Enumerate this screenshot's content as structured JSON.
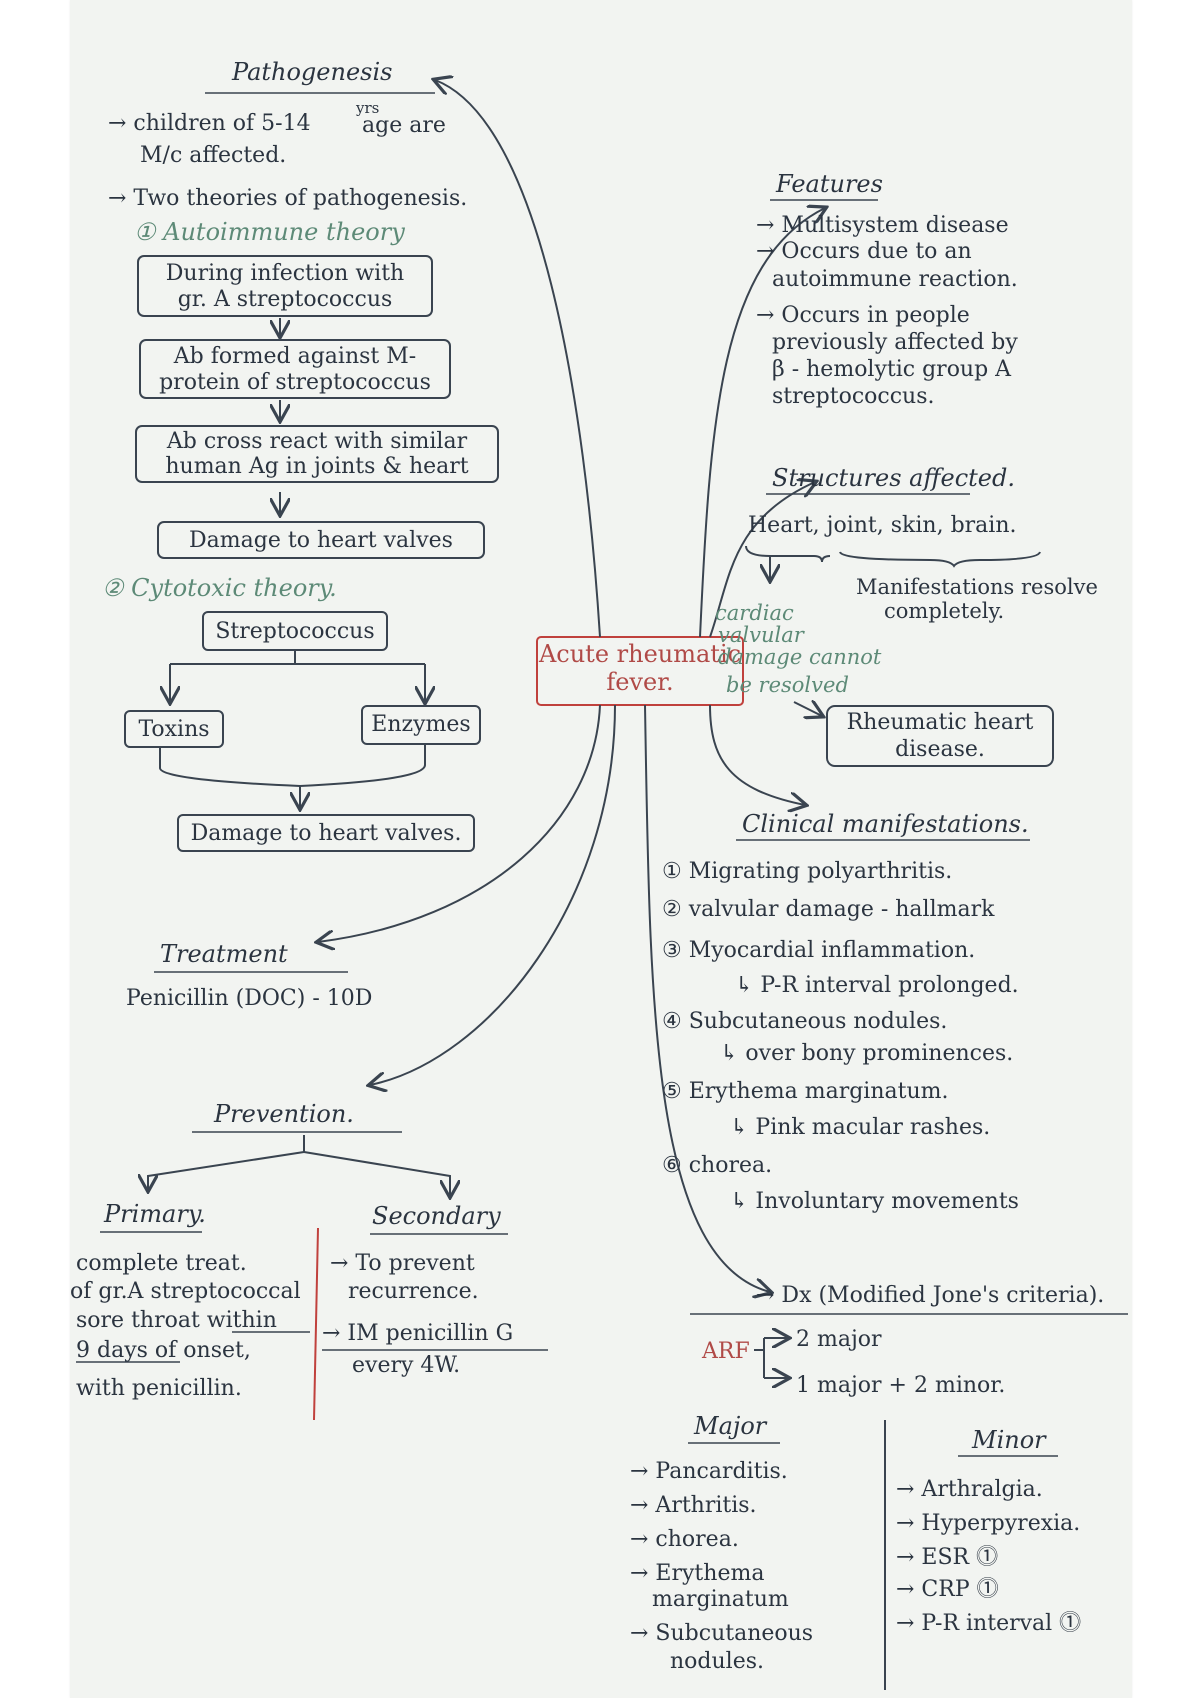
{
  "center": {
    "line1": "Acute rheumatic",
    "line2": "fever."
  },
  "pathogenesis": {
    "title": "Pathogenesis",
    "p1": [
      "→ children of 5-14",
      "yrs",
      "age are",
      "M/c affected."
    ],
    "p2": "→ Two theories of pathogenesis.",
    "autoimmune": {
      "title": "① Autoimmune theory",
      "boxes": [
        [
          "During infection with",
          "gr. A   streptococcus"
        ],
        [
          "Ab formed against M-",
          "protein of streptococcus"
        ],
        [
          "Ab cross react with similar",
          "human Ag in joints & heart"
        ],
        [
          "Damage to heart valves"
        ]
      ]
    },
    "cytotoxic": {
      "title": "② Cytotoxic theory.",
      "root": "Streptococcus",
      "left": "Toxins",
      "right": "Enzymes",
      "result": "Damage to heart valves."
    }
  },
  "treatment": {
    "title": "Treatment",
    "text": "Penicillin (DOC) - 10D"
  },
  "prevention": {
    "title": "Prevention.",
    "primary": {
      "title": "Primary.",
      "lines": [
        "complete treat.",
        "of gr.A streptococcal",
        "sore throat within",
        "9 days of  onset,",
        "with penicillin."
      ]
    },
    "secondary": {
      "title": "Secondary",
      "lines": [
        "→ To prevent",
        "recurrence.",
        "→ IM penicillin G",
        "every 4W."
      ]
    }
  },
  "features": {
    "title": "Features",
    "lines": [
      "→ Multisystem disease",
      "→ Occurs due to an",
      "autoimmune reaction.",
      "→ Occurs in people",
      "previously affected by",
      "β - hemolytic group A",
      "streptococcus."
    ]
  },
  "structures": {
    "title": "Structures affected.",
    "list": "Heart, joint, skin, brain.",
    "resolve_right": [
      "Manifestations resolve",
      "completely."
    ],
    "cardiac_note": [
      "cardiac",
      "valvular",
      "damage cannot",
      "be resolved"
    ],
    "rhd": [
      "Rheumatic heart",
      "disease."
    ]
  },
  "clinical": {
    "title": "Clinical manifestations.",
    "items": [
      {
        "main": "① Migrating polyarthritis.",
        "sub": ""
      },
      {
        "main": "② valvular damage - hallmark",
        "sub": ""
      },
      {
        "main": "③ Myocardial inflammation.",
        "sub": "↳ P-R interval prolonged."
      },
      {
        "main": "④ Subcutaneous nodules.",
        "sub": "↳ over bony prominences."
      },
      {
        "main": "⑤ Erythema marginatum.",
        "sub": "↳ Pink macular rashes."
      },
      {
        "main": "⑥ chorea.",
        "sub": "↳ Involuntary movements"
      }
    ]
  },
  "dx": {
    "title": "→ Dx (Modified Jone's criteria).",
    "arf": "ARF",
    "opt1": "2 major",
    "opt2": "1 major + 2 minor.",
    "major_title": "Major",
    "minor_title": "Minor",
    "major": [
      "→ Pancarditis.",
      "→ Arthritis.",
      "→ chorea.",
      "→ Erythema",
      "marginatum",
      "→ Subcutaneous",
      "nodules."
    ],
    "minor": [
      "→ Arthralgia.",
      "→ Hyperpyrexia.",
      "→ ESR ⓵",
      "→ CRP ⓵",
      "→ P-R interval ⓵"
    ]
  }
}
